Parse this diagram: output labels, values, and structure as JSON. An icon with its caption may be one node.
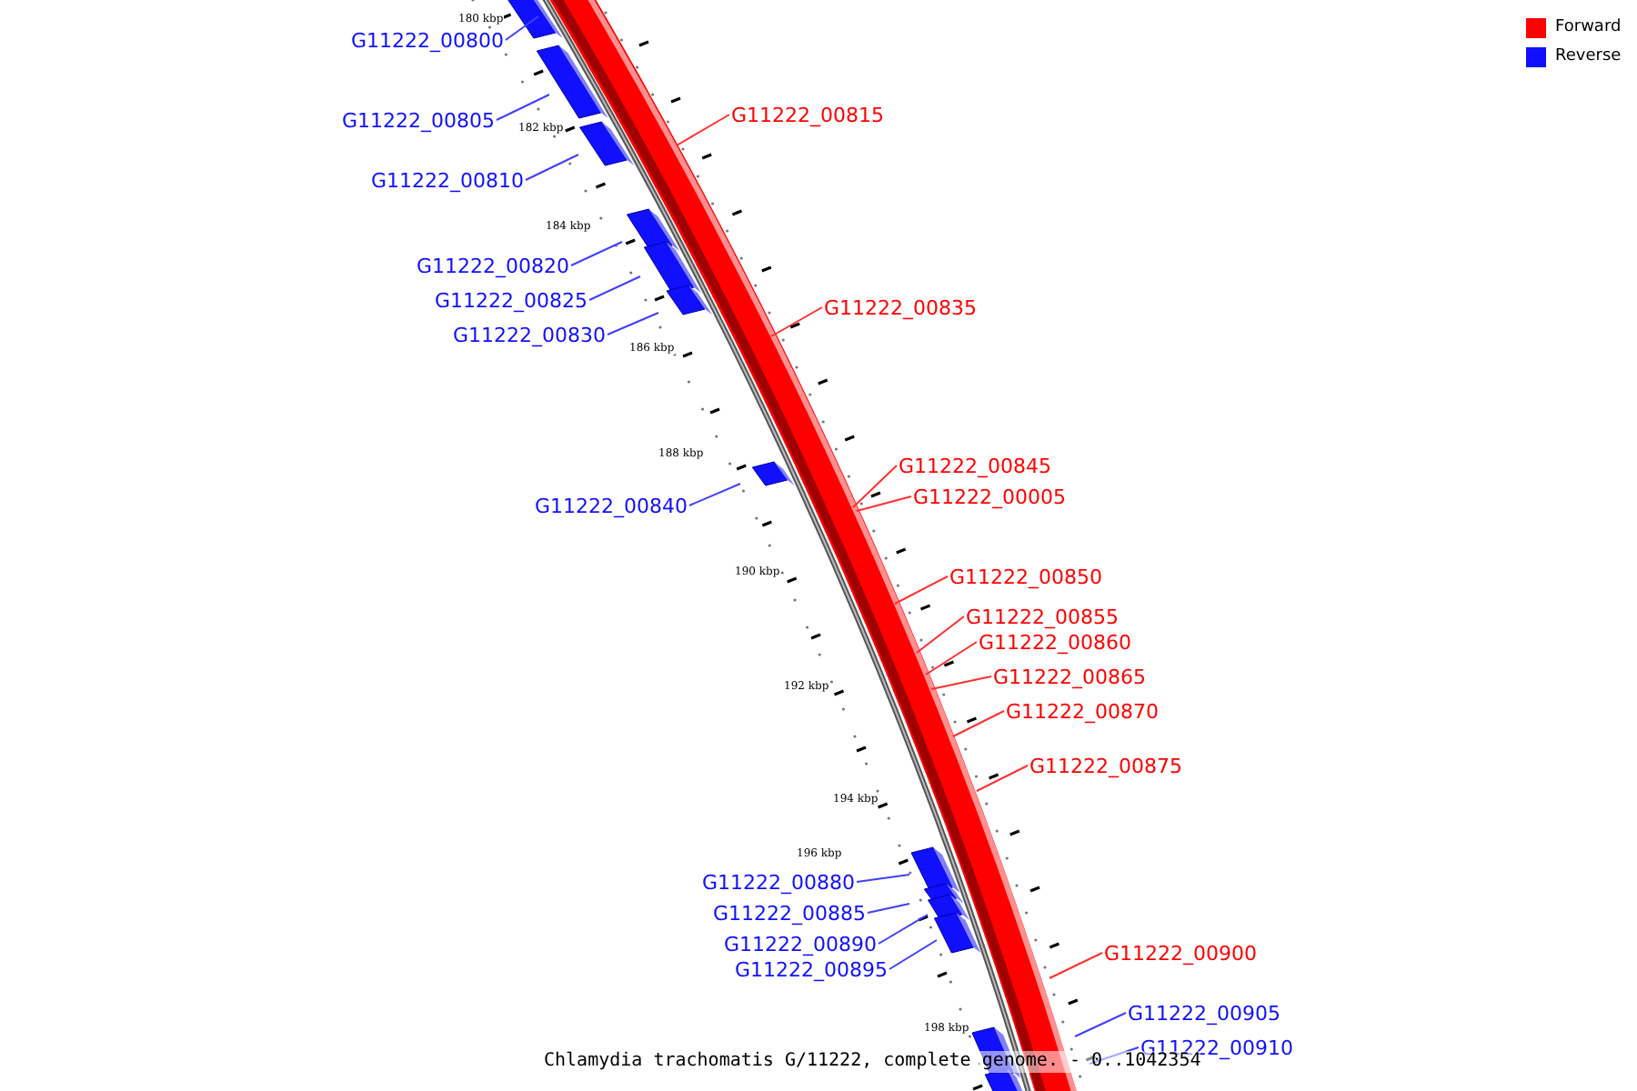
{
  "diagram": {
    "caption": "Chlamydia trachomatis G/11222, complete genome. - 0..1042354",
    "nodes": [
      {
        "text": [
          "G11222_00800"
        ]
      },
      {
        "text": [
          "G11222_00815"
        ]
      },
      {
        "text": [
          "G11222_00805"
        ]
      },
      {
        "text": [
          "G11222_00810"
        ]
      },
      {
        "text": [
          "G11222_00820"
        ]
      },
      {
        "text": [
          "G11222_00825"
        ]
      },
      {
        "text": [
          "G11222_00835"
        ]
      },
      {
        "text": [
          "G11222_00830"
        ]
      },
      {
        "text": [
          "G11222_00845"
        ]
      },
      {
        "text": [
          "G11222_00005"
        ]
      },
      {
        "text": [
          "G11222_00840"
        ]
      },
      {
        "text": [
          "G11222_00850"
        ]
      },
      {
        "text": [
          "G11222_00855"
        ]
      },
      {
        "text": [
          "G11222_00860"
        ]
      },
      {
        "text": [
          "G11222_00865"
        ]
      },
      {
        "text": [
          "G11222_00870"
        ]
      },
      {
        "text": [
          "G11222_00875"
        ]
      },
      {
        "text": [
          "G11222_00880"
        ]
      },
      {
        "text": [
          "G11222_00885"
        ]
      },
      {
        "text": [
          "G11222_00890"
        ]
      },
      {
        "text": [
          "G11222_00900"
        ]
      },
      {
        "text": [
          "G11222_00895"
        ]
      },
      {
        "text": [
          "G11222_00905"
        ]
      },
      {
        "text": [
          "G11222_00910"
        ]
      }
    ],
    "edges": [
      {
        "from": 0,
        "to": null,
        "arrow": "none"
      },
      {
        "from": 1,
        "to": null,
        "arrow": "none",
        "color": "#ff3030"
      },
      {
        "from": 2,
        "to": null,
        "arrow": "none"
      },
      {
        "from": 3,
        "to": null,
        "arrow": "none"
      },
      {
        "from": 4,
        "to": null,
        "arrow": "none"
      },
      {
        "from": 5,
        "to": null,
        "arrow": "none"
      },
      {
        "from": 6,
        "to": null,
        "arrow": "none",
        "color": "#ff3030"
      },
      {
        "from": 7,
        "to": null,
        "arrow": "none"
      },
      {
        "from": 8,
        "to": null,
        "arrow": "none",
        "color": "#ff3030"
      },
      {
        "from": 9,
        "to": null,
        "arrow": "none",
        "color": "#ff3030"
      },
      {
        "from": 10,
        "to": null,
        "arrow": "none"
      },
      {
        "from": 11,
        "to": null,
        "arrow": "none",
        "color": "#ff3030"
      },
      {
        "from": 12,
        "to": null,
        "arrow": "none",
        "color": "#ff3030"
      },
      {
        "from": 13,
        "to": null,
        "arrow": "none",
        "color": "#ff3030"
      },
      {
        "from": 14,
        "to": null,
        "arrow": "none",
        "color": "#ff3030"
      },
      {
        "from": 15,
        "to": null,
        "arrow": "none",
        "color": "#ff3030"
      },
      {
        "from": 16,
        "to": null,
        "arrow": "none",
        "color": "#ff3030"
      },
      {
        "from": 17,
        "to": null,
        "arrow": "none"
      },
      {
        "from": 18,
        "to": null,
        "arrow": "none"
      },
      {
        "from": 19,
        "to": null,
        "arrow": "none"
      },
      {
        "from": 20,
        "to": null,
        "arrow": "none",
        "color": "#ff3030"
      },
      {
        "from": 21,
        "to": null,
        "arrow": "none"
      },
      {
        "from": 22,
        "to": null,
        "arrow": "none"
      },
      {
        "from": 23,
        "to": null,
        "arrow": "none"
      }
    ],
    "labels": [
      "180 kbp",
      "182 kbp",
      "184 kbp",
      "186 kbp",
      "188 kbp",
      "190 kbp",
      "192 kbp",
      "194 kbp",
      "196 kbp",
      "198 kbp"
    ],
    "legend": [
      {
        "text": "Forward",
        "color": "#ff0000"
      },
      {
        "text": "Reverse",
        "color": "#1010ff"
      }
    ]
  }
}
